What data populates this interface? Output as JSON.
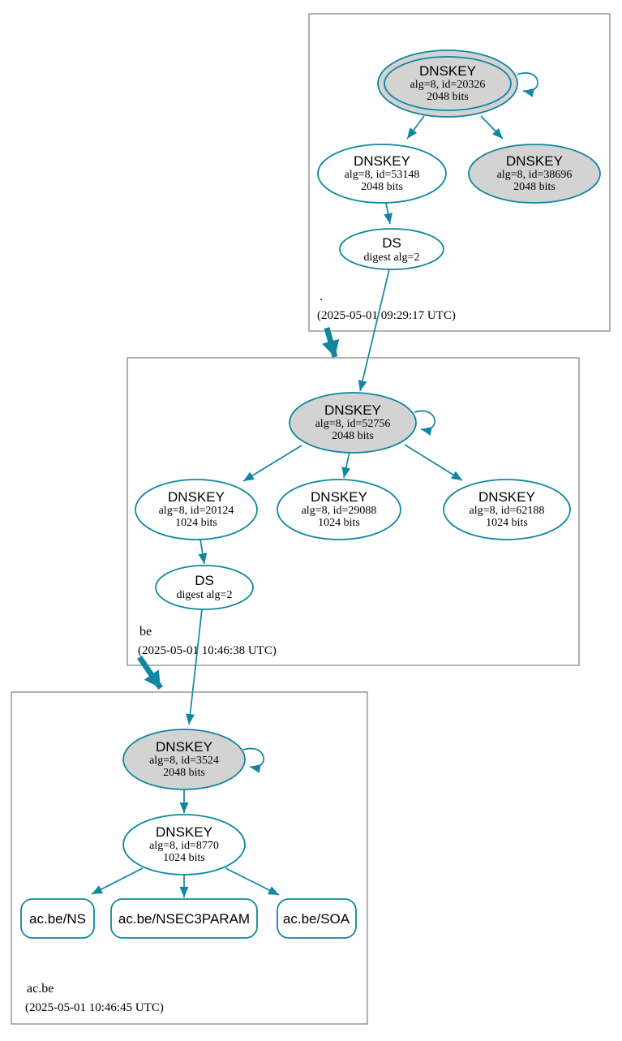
{
  "diagram": {
    "kind": "dnssec-authentication-chain",
    "colors": {
      "edge": "#0f87a0",
      "ksk_fill": "#d3d3d3",
      "node_fill": "#ffffff",
      "box_border": "#808080",
      "text": "#000000"
    },
    "zones": [
      {
        "label": ".",
        "timestamp": "(2025-05-01 09:29:17 UTC)",
        "nodes": [
          {
            "id": "dnskey-20326",
            "type": "dnskey-ksk-sep",
            "title": "DNSKEY",
            "detail": "alg=8, id=20326",
            "bits": "2048 bits"
          },
          {
            "id": "dnskey-53148",
            "type": "dnskey",
            "title": "DNSKEY",
            "detail": "alg=8, id=53148",
            "bits": "2048 bits"
          },
          {
            "id": "dnskey-38696",
            "type": "dnskey-sep",
            "title": "DNSKEY",
            "detail": "alg=8, id=38696",
            "bits": "2048 bits"
          },
          {
            "id": "ds-root",
            "type": "ds",
            "title": "DS",
            "detail": "digest alg=2"
          }
        ]
      },
      {
        "label": "be",
        "timestamp": "(2025-05-01 10:46:38 UTC)",
        "nodes": [
          {
            "id": "dnskey-52756",
            "type": "dnskey-ksk-sep",
            "title": "DNSKEY",
            "detail": "alg=8, id=52756",
            "bits": "2048 bits"
          },
          {
            "id": "dnskey-20124",
            "type": "dnskey",
            "title": "DNSKEY",
            "detail": "alg=8, id=20124",
            "bits": "1024 bits"
          },
          {
            "id": "dnskey-29088",
            "type": "dnskey",
            "title": "DNSKEY",
            "detail": "alg=8, id=29088",
            "bits": "1024 bits"
          },
          {
            "id": "dnskey-62188",
            "type": "dnskey",
            "title": "DNSKEY",
            "detail": "alg=8, id=62188",
            "bits": "1024 bits"
          },
          {
            "id": "ds-be",
            "type": "ds",
            "title": "DS",
            "detail": "digest alg=2"
          }
        ]
      },
      {
        "label": "ac.be",
        "timestamp": "(2025-05-01 10:46:45 UTC)",
        "nodes": [
          {
            "id": "dnskey-3524",
            "type": "dnskey-ksk-sep",
            "title": "DNSKEY",
            "detail": "alg=8, id=3524",
            "bits": "2048 bits"
          },
          {
            "id": "dnskey-8770",
            "type": "dnskey",
            "title": "DNSKEY",
            "detail": "alg=8, id=8770",
            "bits": "1024 bits"
          },
          {
            "id": "rrset-ns",
            "type": "rrset",
            "title": "ac.be/NS"
          },
          {
            "id": "rrset-nsec3param",
            "type": "rrset",
            "title": "ac.be/NSEC3PARAM"
          },
          {
            "id": "rrset-soa",
            "type": "rrset",
            "title": "ac.be/SOA"
          }
        ]
      }
    ]
  }
}
